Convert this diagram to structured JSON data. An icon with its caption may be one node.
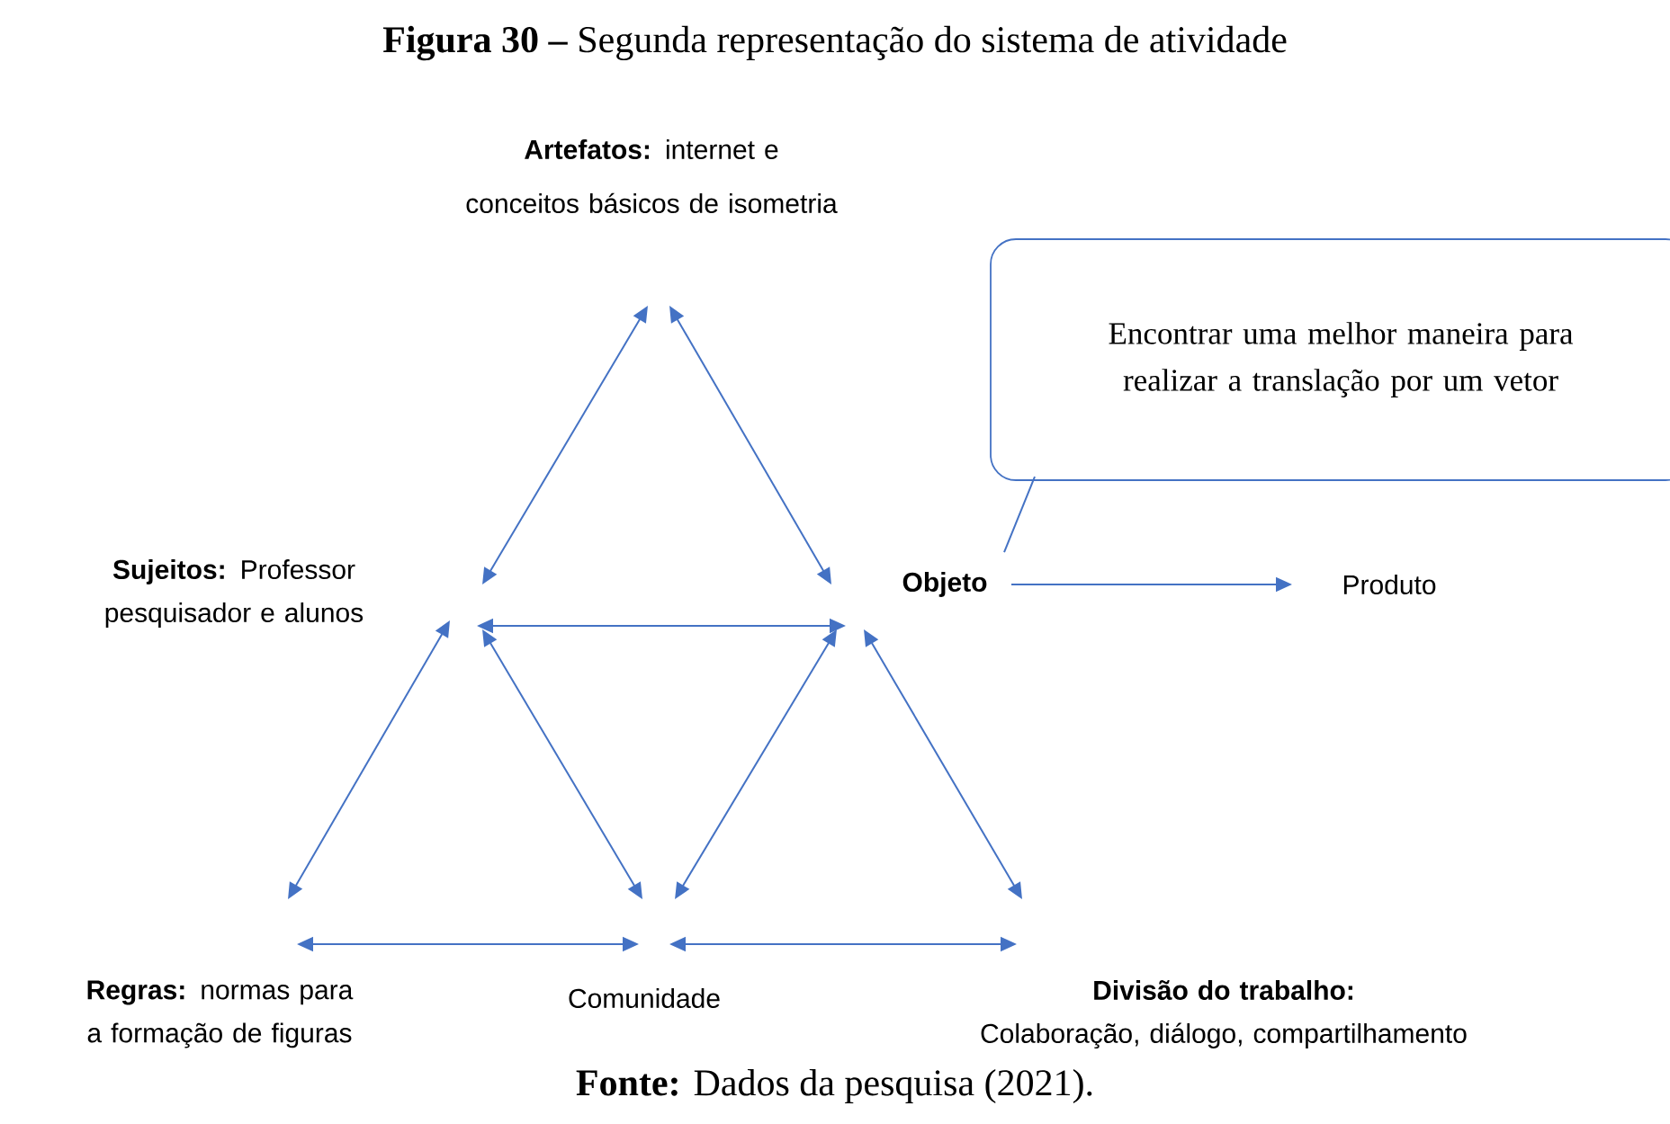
{
  "diagram": {
    "title": "**Figura 30 –** Segunda representação do sistema de atividade",
    "caption": "**Fonte:** Dados da pesquisa (2021).",
    "nodes": [
      {
        "text": [
          "**Artefatos:** internet e conceitos básicos de isometria"
        ]
      },
      {
        "text": [
          "**Sujeitos:** Professor pesquisador e alunos"
        ]
      },
      {
        "text": [
          "Objeto"
        ]
      },
      {
        "text": [
          "Produto"
        ]
      },
      {
        "text": [
          "**Regras:** normas para a formação de figuras"
        ]
      },
      {
        "text": [
          "Comunidade"
        ]
      },
      {
        "text": [
          "Divisão do trabalho:",
          "Colaboração, diálogo, compartilhamento"
        ]
      },
      {
        "text": [
          "Encontrar uma melhor maneira para realizar a translação por um vetor"
        ]
      }
    ],
    "edges": [
      {
        "from": 0,
        "to": 1,
        "arrow": "both"
      },
      {
        "from": 0,
        "to": 2,
        "arrow": "both"
      },
      {
        "from": 1,
        "to": 2,
        "arrow": "both"
      },
      {
        "from": 1,
        "to": 4,
        "arrow": "both"
      },
      {
        "from": 1,
        "to": 5,
        "arrow": "both"
      },
      {
        "from": 2,
        "to": 5,
        "arrow": "both"
      },
      {
        "from": 2,
        "to": 6,
        "arrow": "both"
      },
      {
        "from": 4,
        "to": 5,
        "arrow": "both"
      },
      {
        "from": 5,
        "to": 6,
        "arrow": "both"
      },
      {
        "from": 2,
        "to": 3,
        "arrow": "to"
      },
      {
        "from": 7,
        "to": 2,
        "arrow": "none"
      }
    ]
  }
}
